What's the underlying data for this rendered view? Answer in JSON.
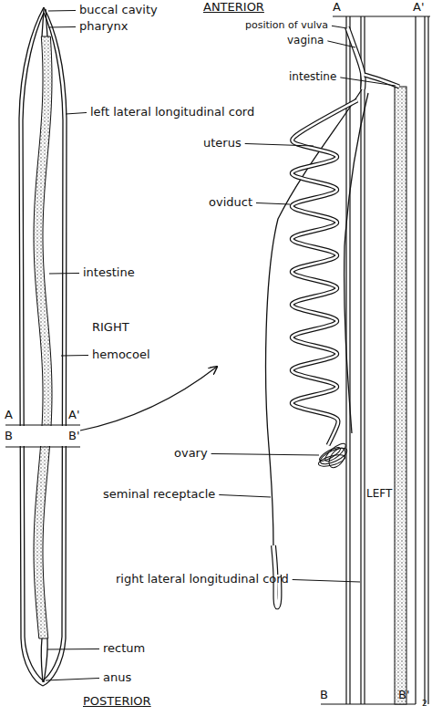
{
  "diagram": {
    "labels": [
      "ANTERIOR",
      "buccal cavity",
      "pharynx",
      "left lateral longitudinal cord",
      "intestine",
      "RIGHT",
      "hemocoel",
      "A",
      "A'",
      "B",
      "B'",
      "rectum",
      "anus",
      "POSTERIOR",
      "A",
      "A'",
      "position of vulva",
      "vagina",
      "intestine",
      "uterus",
      "oviduct",
      "ovary",
      "seminal receptacle",
      "LEFT",
      "right lateral longitudinal cord",
      "B",
      "B'",
      "2"
    ]
  }
}
